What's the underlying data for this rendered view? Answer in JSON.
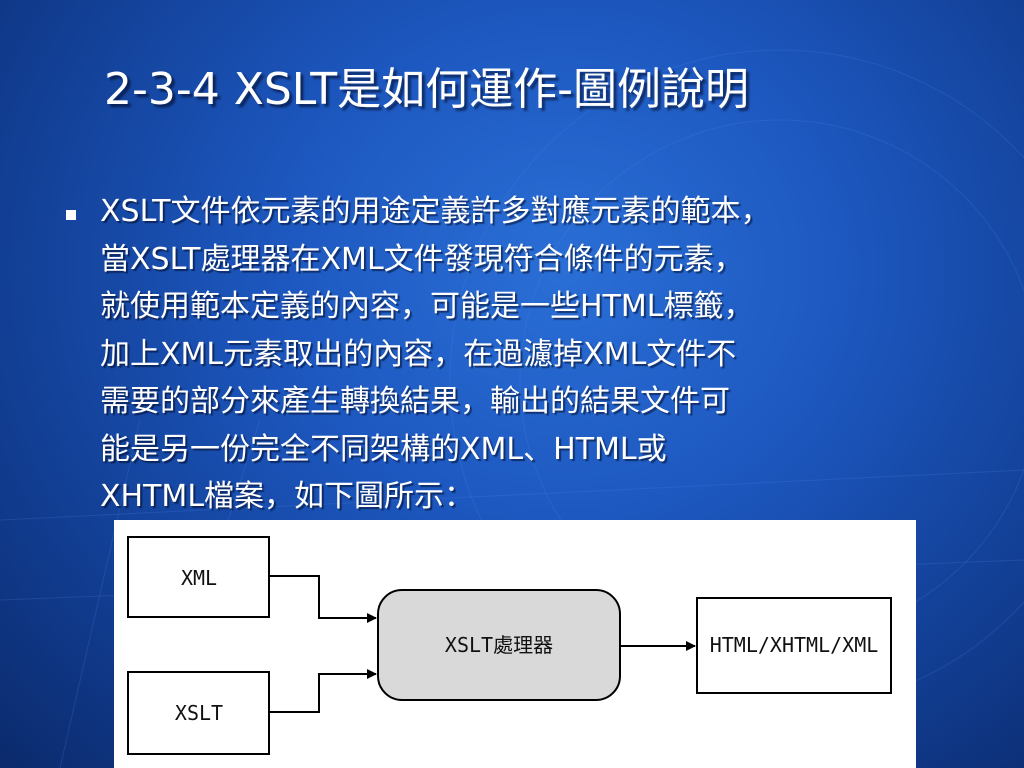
{
  "slide": {
    "title": "2-3-4 XSLT是如何運作-圖例說明",
    "body_lines": [
      "XSLT文件依元素的用途定義許多對應元素的範本，",
      "當XSLT處理器在XML文件發現符合條件的元素，",
      "就使用範本定義的內容，可能是一些HTML標籤，",
      "加上XML元素取出的內容，在過濾掉XML文件不",
      "需要的部分來產生轉換結果，輸出的結果文件可",
      "能是另一份完全不同架構的XML、HTML或",
      "XHTML檔案，如下圖所示："
    ]
  },
  "diagram": {
    "input_xml": "XML",
    "input_xslt": "XSLT",
    "processor": "XSLT處理器",
    "output": "HTML/XHTML/XML"
  },
  "colors": {
    "background": "#1d58c0",
    "text": "#ffffff",
    "processor_fill": "#d9d9d9"
  }
}
